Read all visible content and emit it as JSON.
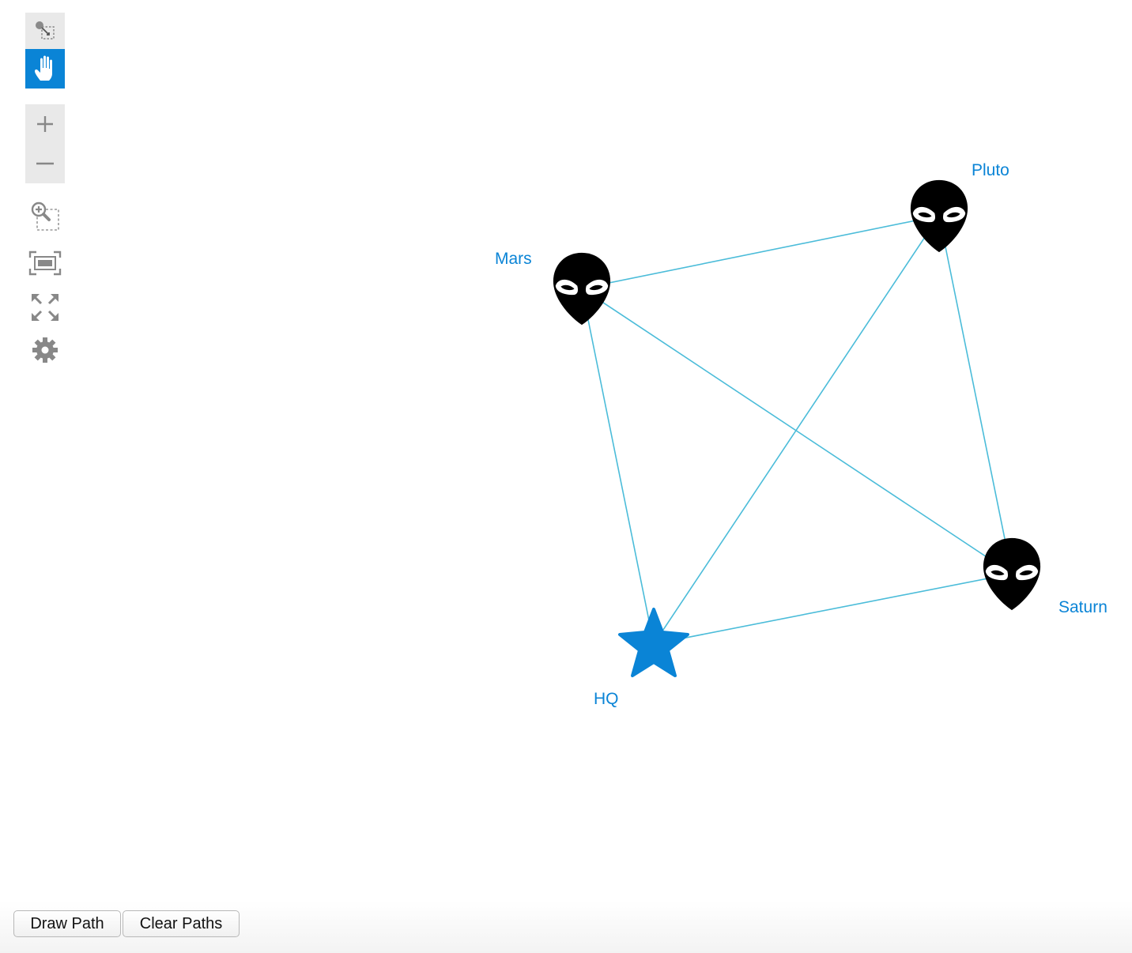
{
  "toolbar": {
    "tools": [
      {
        "name": "select-tool",
        "icon": "select-pointer-icon",
        "active": false
      },
      {
        "name": "pan-tool",
        "icon": "hand-icon",
        "active": true
      },
      {
        "name": "zoom-in",
        "icon": "plus-icon"
      },
      {
        "name": "zoom-out",
        "icon": "minus-icon"
      },
      {
        "name": "zoom-to-selection",
        "icon": "zoom-region-icon"
      },
      {
        "name": "fit-to-screen",
        "icon": "fit-screen-icon"
      },
      {
        "name": "fullscreen",
        "icon": "expand-arrows-icon"
      },
      {
        "name": "settings",
        "icon": "gear-icon"
      }
    ]
  },
  "colors": {
    "accent": "#0a84d6",
    "edge": "#4bbcd9",
    "node_icon": "#000000",
    "toolbar_bg": "#e9e9e9"
  },
  "graph": {
    "nodes": [
      {
        "id": "mars",
        "label": "Mars",
        "icon": "alien-head-icon"
      },
      {
        "id": "pluto",
        "label": "Pluto",
        "icon": "alien-head-icon"
      },
      {
        "id": "saturn",
        "label": "Saturn",
        "icon": "alien-head-icon"
      },
      {
        "id": "hq",
        "label": "HQ",
        "icon": "star-icon"
      }
    ],
    "edges": [
      {
        "from": "mars",
        "to": "pluto"
      },
      {
        "from": "mars",
        "to": "saturn"
      },
      {
        "from": "mars",
        "to": "hq"
      },
      {
        "from": "pluto",
        "to": "saturn"
      },
      {
        "from": "pluto",
        "to": "hq"
      },
      {
        "from": "saturn",
        "to": "hq"
      }
    ]
  },
  "buttons": {
    "draw_path": "Draw Path",
    "clear_paths": "Clear Paths"
  }
}
